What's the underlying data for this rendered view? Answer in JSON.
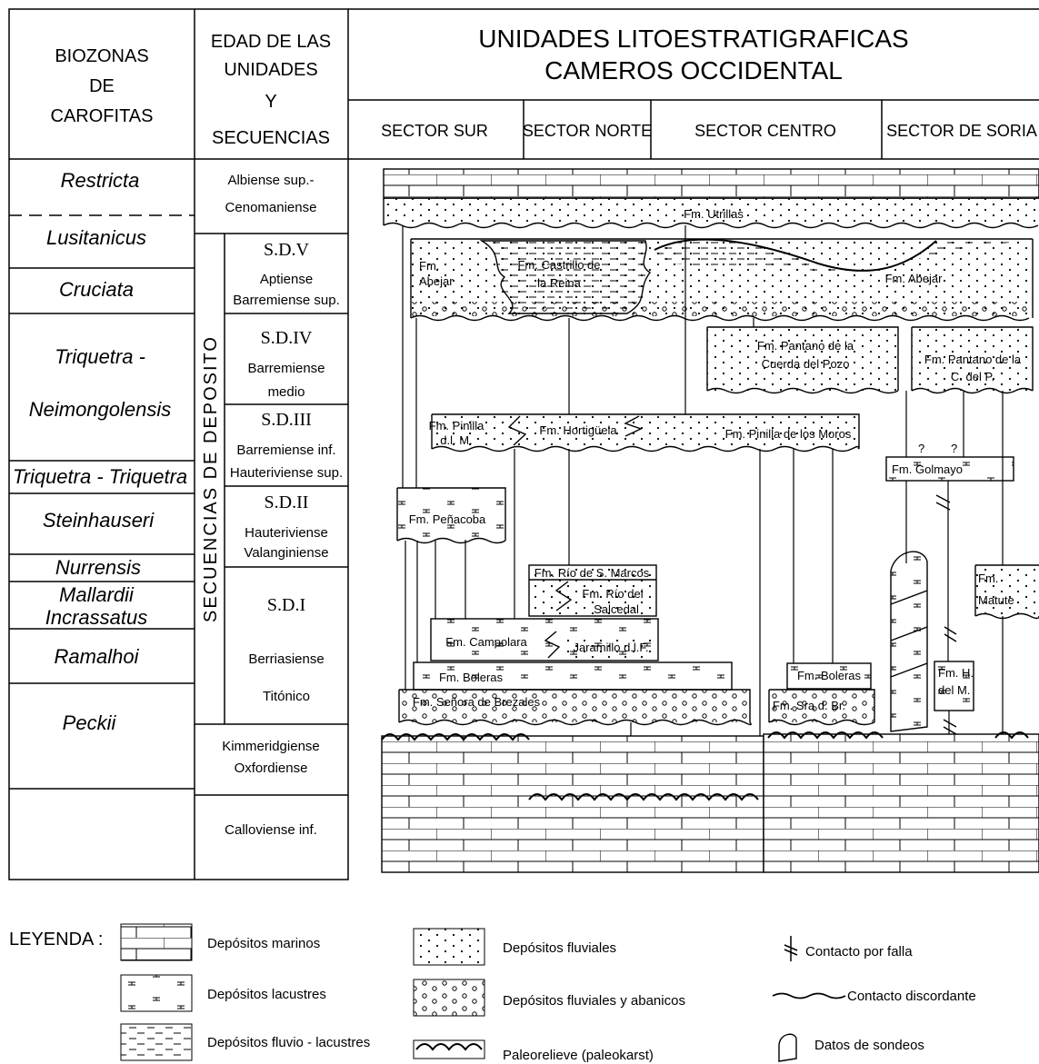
{
  "header": {
    "biozonas": [
      "BIOZONAS",
      "DE",
      "CAROFITAS"
    ],
    "edad": [
      "EDAD DE LAS",
      "UNIDADES",
      "Y",
      "SECUENCIAS"
    ],
    "title": [
      "UNIDADES LITOESTRATIGRAFICAS",
      "CAMEROS OCCIDENTAL"
    ],
    "sectors": [
      "SECTOR SUR",
      "SECTOR NORTE",
      "SECTOR CENTRO",
      "SECTOR DE SORIA"
    ]
  },
  "biozones": [
    "Restricta",
    "Lusitanicus",
    "Cruciata",
    "Triquetra -",
    "Neimongolensis",
    "Triquetra - Triquetra",
    "Steinhauseri",
    "Nurrensis",
    "Mallardii",
    "Incrassatus",
    "Ramalhoi",
    "Peckii"
  ],
  "ages_top": [
    "Albiense sup.-",
    "Cenomaniense"
  ],
  "ages_bottom": [
    "Kimmeridgiense",
    "Oxfordiense",
    "Calloviense inf."
  ],
  "deposit_label": "SECUENCIAS DE DEPOSITO",
  "sequences": [
    {
      "name": "S.D.V",
      "ages": [
        "Aptiense",
        "Barremiense sup."
      ]
    },
    {
      "name": "S.D.IV",
      "ages": [
        "Barremiense",
        "medio"
      ]
    },
    {
      "name": "S.D.III",
      "ages": [
        "Barremiense inf.",
        "Hauteriviense sup."
      ]
    },
    {
      "name": "S.D.II",
      "ages": [
        "Hauteriviense",
        "Valanginiense"
      ]
    },
    {
      "name": "S.D.I",
      "ages": [
        "Berriasiense",
        "Titónico"
      ]
    }
  ],
  "formations": {
    "utrillas": "Fm. Utrillas",
    "abejar_left": [
      "Fm.",
      "Abejar"
    ],
    "castrillo": [
      "Fm. Castrillo de",
      "la Reina"
    ],
    "abejar_right": "Fm. Abejar",
    "pantano": [
      "Fm. Pantano de la",
      "Cuerda del Pozo"
    ],
    "pantano_soria": [
      "Fm. Pantano de la",
      "C. del P."
    ],
    "pinilla_short": [
      "Fm. Pinilla",
      "d.l. M."
    ],
    "hortiguela": "Fm. Hortigüela",
    "pinilla": "Fm. Pinilla de los Moros",
    "golmayo": "Fm. Golmayo",
    "penacoba": "Fm. Peñacoba",
    "rio_s_marcos": "Fm. Río de S. Marcos",
    "rio_salcedal": [
      "Fm. Río del",
      "Salcedal"
    ],
    "campolara": "Fm. Campolara",
    "jaramillo": "Jaramillo d.l.F.",
    "boleras": "Fm. Boleras",
    "boleras_centro": "Fm. Boleras",
    "brezales": "Fm. Señora de Brezales",
    "sra_br": "Fm. Sra d. Br.",
    "matute": [
      "Fm.",
      "Matute"
    ],
    "fm_h": [
      "Fm. H.",
      "del M."
    ],
    "question": "?"
  },
  "legend": {
    "title": "LEYENDA :",
    "items": [
      "Depósitos marinos",
      "Depósitos lacustres",
      "Depósitos fluvio - lacustres",
      "Depósitos fluviales",
      "Depósitos fluviales y abanicos",
      "Paleorelieve  (paleokarst)",
      "Contacto por falla",
      "Contacto discordante",
      "Datos de sondeos"
    ]
  }
}
